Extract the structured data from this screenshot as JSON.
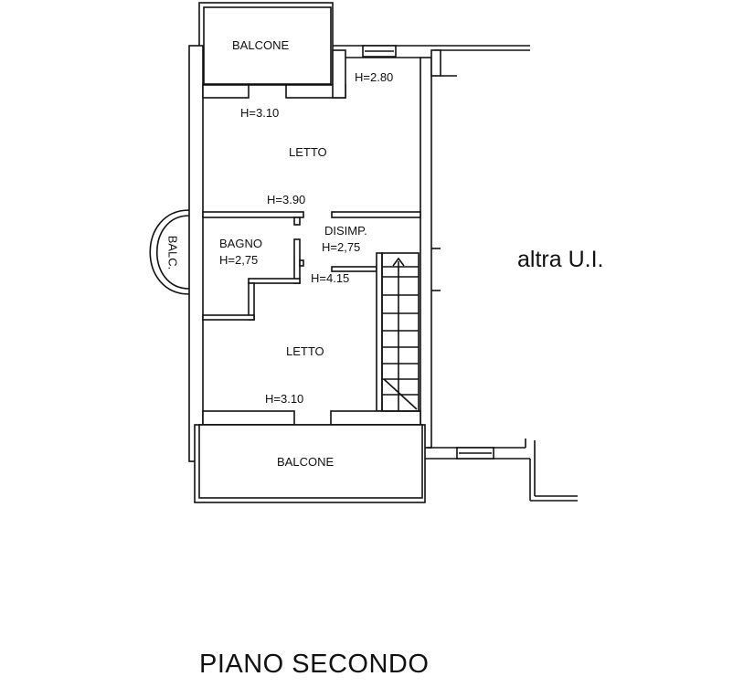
{
  "plan": {
    "title": "PIANO SECONDO",
    "neighbor_label": "altra U.I.",
    "rooms": [
      {
        "name": "BALCONE",
        "height": ""
      },
      {
        "name": "LETTO",
        "heights": [
          "H=2.80",
          "H=3.10",
          "H=3.90"
        ]
      },
      {
        "name": "BAGNO",
        "height": "H=2,75"
      },
      {
        "name": "DISIMP.",
        "height": "H=2,75"
      },
      {
        "name": "LETTO",
        "heights": [
          "H=4.15",
          "H=3.10"
        ]
      },
      {
        "name": "BALCONE",
        "height": ""
      },
      {
        "name": "BALC.",
        "height": ""
      }
    ]
  }
}
